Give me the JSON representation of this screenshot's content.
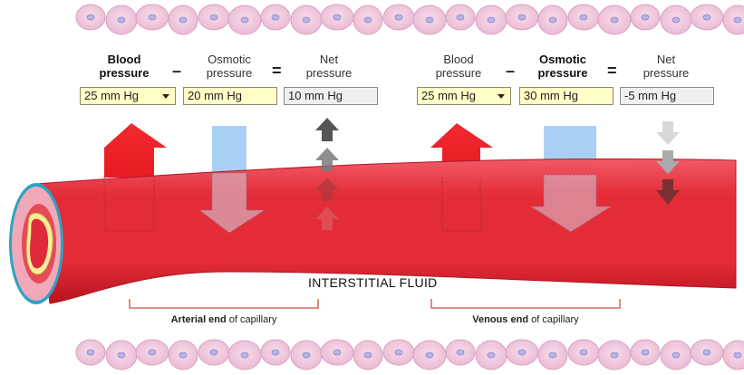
{
  "arterial": {
    "blood_label_1": "Blood",
    "blood_label_2": "pressure",
    "osmotic_label_1": "Osmotic",
    "osmotic_label_2": "pressure",
    "net_label_1": "Net",
    "net_label_2": "pressure",
    "minus": "–",
    "equals": "=",
    "blood_value": "25 mm Hg",
    "osmotic_value": "20 mm Hg",
    "net_value": "10 mm Hg",
    "caption_bold": "Arterial end",
    "caption_rest": " of capillary"
  },
  "venous": {
    "blood_label_1": "Blood",
    "blood_label_2": "pressure",
    "osmotic_label_1": "Osmotic",
    "osmotic_label_2": "pressure",
    "net_label_1": "Net",
    "net_label_2": "pressure",
    "minus": "–",
    "equals": "=",
    "blood_value": "25 mm Hg",
    "osmotic_value": "30 mm Hg",
    "net_value": "-5 mm Hg",
    "caption_bold": "Venous end",
    "caption_rest": " of capillary"
  },
  "interstitial_label": "INTERSTITIAL FLUID",
  "colors": {
    "vessel": "#e8303a",
    "blood_pressure_arrow": "#e81e26",
    "osmotic_arrow": "#a8d0f4",
    "cell_fill": "#f3cfe3",
    "cell_nucleus": "#b7b5e6",
    "input_box": "#ffffc8",
    "bracket": "#d06a58"
  },
  "icons": {
    "dropdown": "caret-down-icon"
  }
}
